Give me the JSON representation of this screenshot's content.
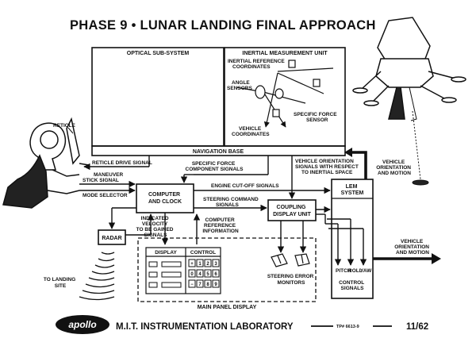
{
  "title": "PHASE 9 • LUNAR LANDING FINAL APPROACH",
  "boxes": {
    "optical": "OPTICAL SUB-SYSTEM",
    "imu": "INERTIAL MEASUREMENT UNIT",
    "nav_base": "NAVIGATION BASE",
    "computer": [
      "COMPUTER",
      "AND CLOCK"
    ],
    "coupling": [
      "COUPLING",
      "DISPLAY UNIT"
    ],
    "radar": "RADAR",
    "lem_system": [
      "LEM",
      "SYSTEM"
    ],
    "main_panel": "MAIN PANEL DISPLAY"
  },
  "imu_labels": {
    "irc": [
      "INERTIAL REFERENCE",
      "COORDINATES"
    ],
    "angle": [
      "ANGLE",
      "SENSORS"
    ],
    "force": [
      "SPECIFIC FORCE",
      "SENSOR"
    ],
    "vehicle": [
      "VEHICLE",
      "COORDINATES"
    ]
  },
  "signals": {
    "reticle": "RETICLE",
    "reticle_drive": "RETICLE DRIVE SIGNAL",
    "maneuver": [
      "MANEUVER",
      "STICK SIGNAL"
    ],
    "mode": "MODE SELECTOR",
    "specific_force": [
      "SPECIFIC FORCE",
      "COMPONENT SIGNALS"
    ],
    "vehicle_orientation_signals": [
      "VEHICLE ORIENTATION",
      "SIGNALS WITH RESPECT",
      "TO INERTIAL SPACE"
    ],
    "engine_cutoff": "ENGINE CUT-OFF SIGNALS",
    "steering_command": [
      "STEERING COMMAND",
      "SIGNALS"
    ],
    "velocity": [
      "INDICATED",
      "VELOCITY",
      "TO BE GAINED",
      "SIGNALS"
    ],
    "computer_ref": [
      "COMPUTER",
      "REFERENCE",
      "INFORMATION"
    ],
    "landing_site": [
      "TO LANDING",
      "SITE"
    ],
    "vehicle_motion_top": [
      "VEHICLE",
      "ORIENTATION",
      "AND MOTION"
    ],
    "vehicle_motion_right": [
      "VEHICLE",
      "ORIENTATION",
      "AND MOTION"
    ],
    "steering_error": [
      "STEERING ERROR",
      "MONITORS"
    ],
    "axes": [
      "PITCH",
      "ROLL",
      "YAW"
    ],
    "control_signals": [
      "CONTROL",
      "SIGNALS"
    ]
  },
  "panel": {
    "display": "DISPLAY",
    "control": "CONTROL",
    "keys": [
      "+",
      "1",
      "2",
      "3",
      "0",
      "4",
      "5",
      "6",
      "−",
      "7",
      "8",
      "9"
    ]
  },
  "footer": {
    "logo": "apollo",
    "lab": "M.I.T. INSTRUMENTATION LABORATORY",
    "tp": "TP# 6613-9",
    "date": "11/62"
  }
}
